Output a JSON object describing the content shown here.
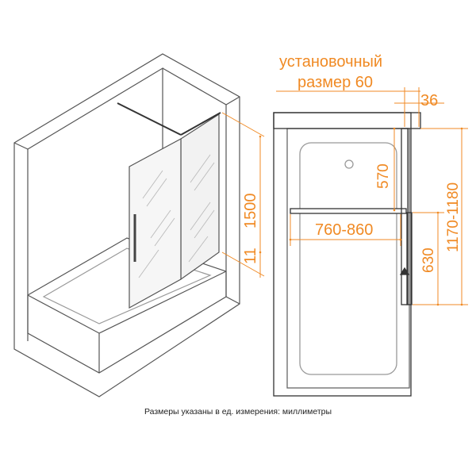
{
  "header": {
    "line1": "установочный",
    "line2": "размер 60",
    "gap": "36"
  },
  "dimensions": {
    "height_screen": "1500",
    "bottom_gap": "11",
    "upper_segment": "570",
    "width_range": "760-860",
    "lower_segment": "630",
    "total_height": "1170-1180"
  },
  "footnote": "Размеры указаны в ед. измерения: миллиметры",
  "colors": {
    "accent": "#f08a24",
    "line": "#555555",
    "frame": "#333333"
  }
}
